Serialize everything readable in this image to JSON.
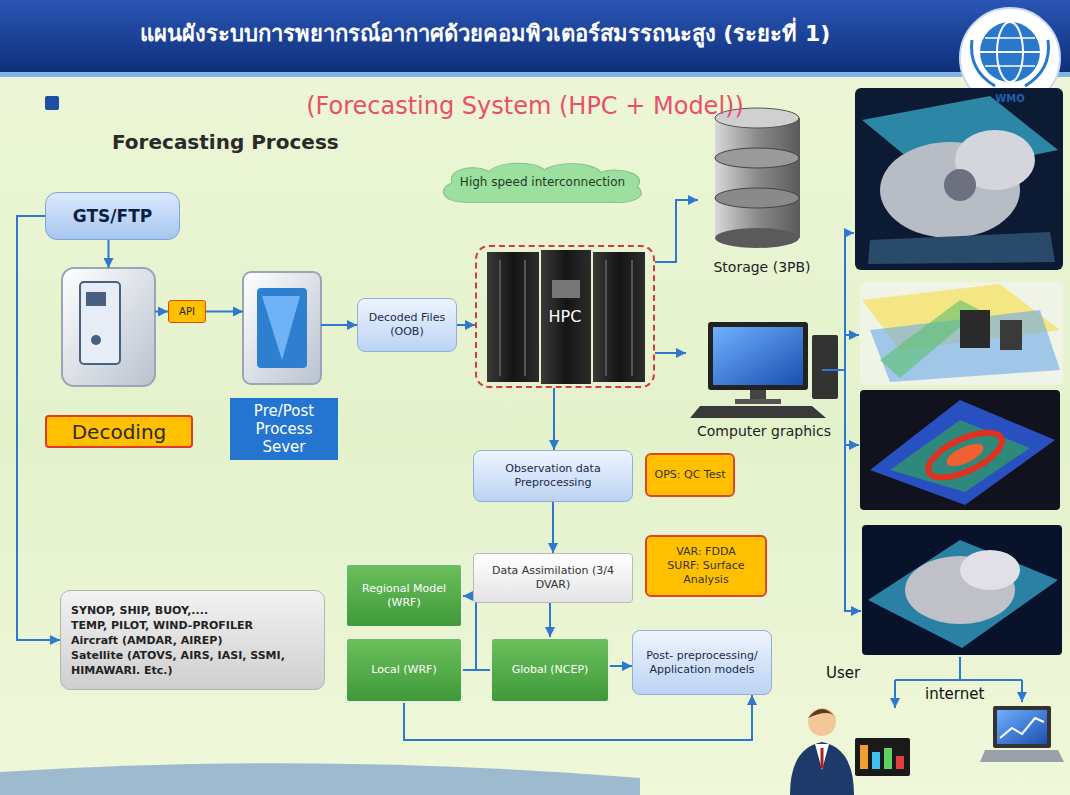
{
  "diagram": {
    "title": "แผนผังระบบการพยากรณ์อากาศด้วยคอมพิวเตอร์สมรรถนะสูง (ระยะที่ 1)",
    "nodes": [
      {
        "text": [
          "GTS/FTP"
        ]
      },
      {
        "text": [
          "Decoding"
        ]
      },
      {
        "text": [
          "API"
        ]
      },
      {
        "text": [
          "Pre/Post Process Sever"
        ]
      },
      {
        "text": [
          "Decoded Files (OOB)"
        ]
      },
      {
        "text": [
          "HPC"
        ]
      },
      {
        "text": [
          "High speed interconnection"
        ]
      },
      {
        "text": [
          "Storage (3PB)"
        ]
      },
      {
        "text": [
          "Computer graphics"
        ]
      },
      {
        "text": [
          "Observation data Preprocessing"
        ]
      },
      {
        "text": [
          "OPS: QC Test"
        ]
      },
      {
        "text": [
          "Data Assimilation (3/4 DVAR)"
        ]
      },
      {
        "text": [
          "VAR: FDDA",
          "SURF: Surface Analysis"
        ]
      },
      {
        "text": [
          "SYNOP, SHIP, BUOY,....",
          "TEMP, PILOT, WIND-PROFILER",
          "Aircraft (AMDAR, AIREP)",
          "Satellite (ATOVS, AIRS, IASI, SSMI, HIMAWARI. Etc.)"
        ]
      },
      {
        "text": [
          "Regional Model (WRF)"
        ]
      },
      {
        "text": [
          "Local (WRF)"
        ]
      },
      {
        "text": [
          "Global (NCEP)"
        ]
      },
      {
        "text": [
          "Post- preprocessing/ Application models"
        ]
      }
    ],
    "edges": [
      {
        "from": 0,
        "to": 13,
        "arrow": "to"
      },
      {
        "from": 0,
        "to": 1,
        "arrow": "to"
      },
      {
        "from": 1,
        "to": 2,
        "arrow": "to"
      },
      {
        "from": 2,
        "to": 3,
        "arrow": "to"
      },
      {
        "from": 3,
        "to": 4,
        "arrow": "to"
      },
      {
        "from": 4,
        "to": 5,
        "arrow": "to"
      },
      {
        "from": 5,
        "to": 7,
        "arrow": "to"
      },
      {
        "from": 5,
        "to": 8,
        "arrow": "to"
      },
      {
        "from": 5,
        "to": 9,
        "arrow": "to"
      },
      {
        "from": 9,
        "to": 11,
        "arrow": "to"
      },
      {
        "from": 11,
        "to": 16,
        "arrow": "to"
      },
      {
        "from": 16,
        "to": 14,
        "arrow": "to"
      },
      {
        "from": 16,
        "to": 15,
        "arrow": "none"
      },
      {
        "from": 16,
        "to": 17,
        "arrow": "to"
      },
      {
        "from": 15,
        "to": 17,
        "arrow": "to"
      }
    ],
    "labels": [
      "(Forecasting System (HPC + Model))",
      "Forecasting Process",
      "WMO",
      "User",
      "internet"
    ]
  }
}
